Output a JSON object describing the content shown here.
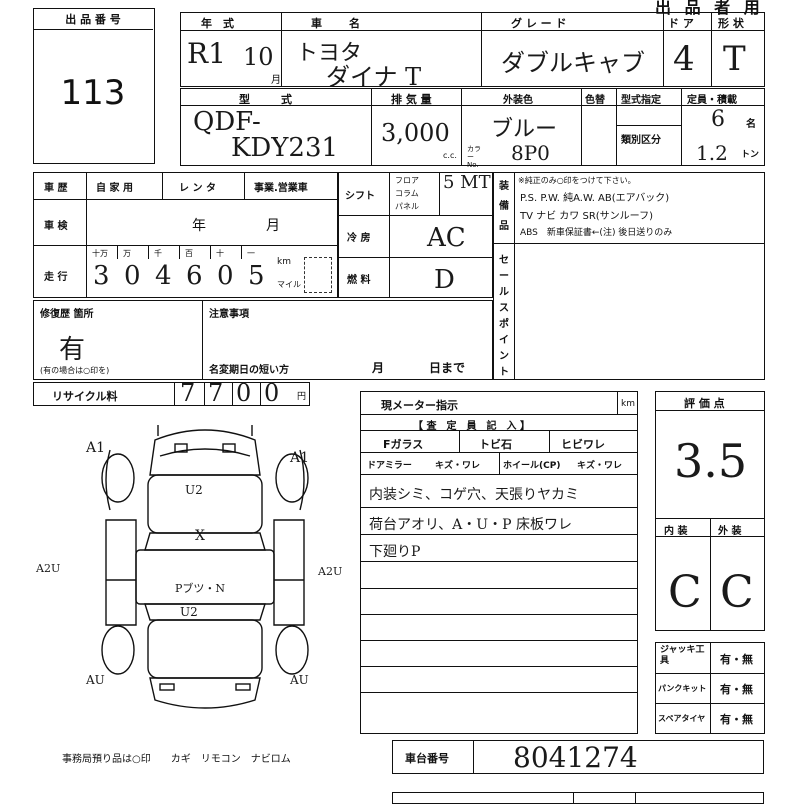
{
  "doc_title": "出 品 者 用",
  "lot": {
    "label": "出 品 番 号",
    "number": "113"
  },
  "header": {
    "year_label": "年　式",
    "maker_label": "車　名",
    "grade_label": "グ レ ー ド",
    "doors_label": "ド ア",
    "shape_label": "形 状",
    "era": "R1",
    "year": "10",
    "month_suffix": "月",
    "maker": "トヨタ",
    "model_name": "ダイナ T",
    "grade": "ダブルキャブ",
    "doors": "4",
    "shape": "T"
  },
  "spec": {
    "model_code_label": "型　式",
    "displacement_label": "排 気 量",
    "ext_color_label": "外装色",
    "int_color_label": "色替",
    "type_label": "型式指定",
    "capacity_label": "定員・積載",
    "category_label": "類別区分",
    "model_code_1": "QDF-",
    "model_code_2": "KDY231",
    "displacement": "3,000",
    "cc": "c.c.",
    "ext_color": "ブルー",
    "color_no_label": "カラー No.",
    "color_no": "8P0",
    "capacity_persons": "6",
    "capacity_persons_unit": "名",
    "capacity_load": "1.2",
    "capacity_load_unit": "トン"
  },
  "usage": {
    "history_label": "車 歴",
    "private": "自 家 用",
    "rental": "レ ン タ",
    "business": "事業.営業車",
    "inspection_label": "車 検",
    "year_word": "年",
    "month_word": "月",
    "mileage_label": "走 行",
    "digits_headers": [
      "十万",
      "万",
      "千",
      "百",
      "十",
      "一"
    ],
    "mileage_digits": [
      "3",
      "0",
      "4",
      "6",
      "0",
      "5"
    ],
    "km": "km",
    "mile": "マイル"
  },
  "shift": {
    "shift_label": "シフト",
    "floor": "フロア",
    "column": "コラム",
    "panel": "パネル",
    "shift_value": "5 MT",
    "ac_label": "冷 房",
    "ac_value": "AC",
    "fuel_label": "燃 料",
    "fuel_value": "D"
  },
  "equipment": {
    "label": "装備品",
    "note": "※純正のみ○印をつけて下さい。",
    "line1": "P.S. P.W. 純A.W. AB(エアバック)",
    "line2": "TV ナビ カワ SR(サンルーフ)",
    "line3": "ABS　新車保証書←(注) 後日送りのみ"
  },
  "sale_point_label": "セールスポイント",
  "repair": {
    "label": "修復歴 箇所",
    "value": "有",
    "sub": "(有の場合は○印を)"
  },
  "notes": {
    "label": "注意事項",
    "due_label": "名変期日の短い方",
    "month": "月",
    "day": "日まで"
  },
  "recycle": {
    "label": "リサイクル料",
    "amount": "7700",
    "unit": "円"
  },
  "diagram_marks": {
    "front_left": "A1",
    "front_right": "A1",
    "hood": "U2",
    "roof": "X",
    "roof_text": "Pブツ・N",
    "trunk": "U2",
    "left_side": "A2U",
    "right_side": "A2U",
    "rear_left": "AU",
    "rear_right": "AU"
  },
  "footer_note": "事務局預り品は○印　　カギ　リモコン　ナビロム",
  "inspector": {
    "meter_label": "現メーター指示",
    "km": "km",
    "section_label": "【 査　定　員　記　入 】",
    "f_glass": "Fガラス",
    "chip_crack": "トビ石",
    "hibi_crack": "ヒビワレ",
    "door_mirror": "ドアミラー",
    "scratch_crack": "キズ・ワレ",
    "wheel": "ホイール(CP)",
    "scratch_crack2": "キズ・ワレ",
    "lines": [
      "内装シミ、コゲ穴、天張りヤカミ",
      "荷台アオリ、A・U・P 床板ワレ",
      "下廻りP"
    ]
  },
  "rating": {
    "label": "評 価 点",
    "score": "3.5",
    "interior_label": "内 装",
    "exterior_label": "外 装",
    "interior": "C",
    "exterior": "C"
  },
  "tools": [
    {
      "label": "ジャッキ工具",
      "value": "有・無"
    },
    {
      "label": "パンクキット",
      "value": "有・無"
    },
    {
      "label": "スペアタイヤ",
      "value": "有・無"
    }
  ],
  "chassis": {
    "label": "車台番号",
    "value": "8041274"
  }
}
